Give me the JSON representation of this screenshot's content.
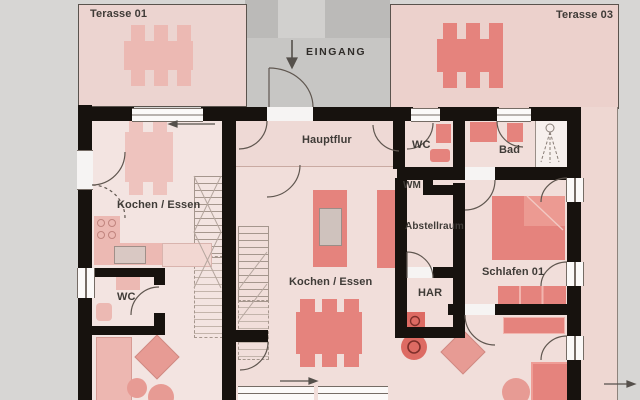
{
  "labels": {
    "terrace_left": "Terasse 01",
    "terrace_right": "Terasse 03",
    "entrance": "EINGANG",
    "hallway": "Hauptflur",
    "wc_right": "WC",
    "bathroom": "Bad",
    "washing_machine": "WM",
    "storage_room": "Abstellraum",
    "utility_room": "HAR",
    "kitchen_dining_left": "Kochen / Essen",
    "kitchen_dining_right": "Kochen / Essen",
    "wc_left": "WC",
    "bedroom": "Schlafen 01"
  },
  "colors": {
    "background": "#d7d6d4",
    "courtyard": "#c7c6c4",
    "terrace_floor": "#ecd3ce",
    "unit_floor_left": "#f3e4e1",
    "unit_floor_right": "#f1deda",
    "corridor_floor": "#eed9d5",
    "wall": "#17120e",
    "furniture_dark": "#e5837d",
    "furniture_light": "#ecb9b3",
    "window_frame": "#756c65",
    "label_text": "#3f3b37"
  }
}
